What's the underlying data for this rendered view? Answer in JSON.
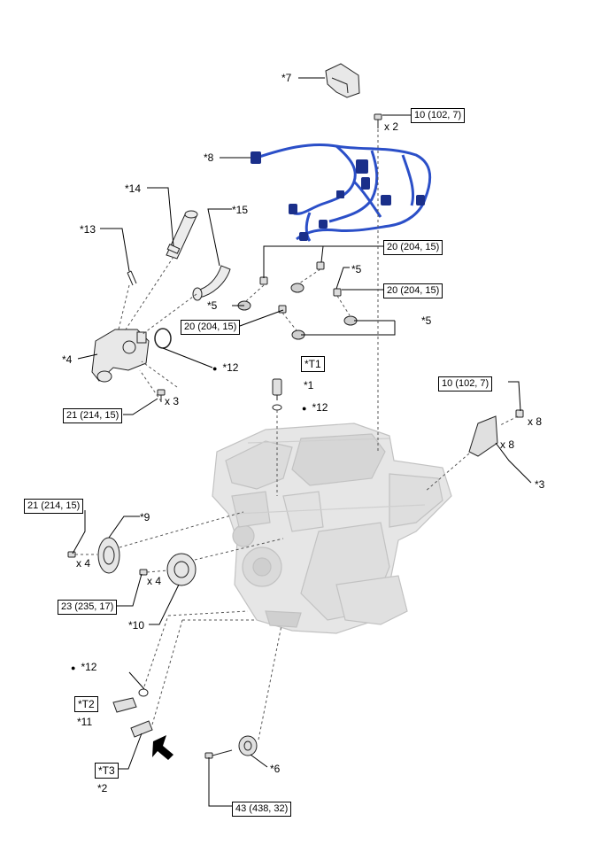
{
  "labels": {
    "p1": "*1",
    "p2": "*2",
    "p3": "*3",
    "p4": "*4",
    "p5a": "*5",
    "p5b": "*5",
    "p5c": "*5",
    "p6": "*6",
    "p7": "*7",
    "p8": "*8",
    "p9": "*9",
    "p10": "*10",
    "p11": "*11",
    "p12a": "*12",
    "p12b": "*12",
    "p12c": "*12",
    "p13": "*13",
    "p14": "*14",
    "p15": "*15",
    "t1": "*T1",
    "t2": "*T2",
    "t3": "*T3"
  },
  "torques": {
    "tq_top": "10 (102, 7)",
    "tq_right": "10 (102, 7)",
    "tq_harness1": "20 (204, 15)",
    "tq_harness2": "20 (204, 15)",
    "tq_harness3": "20 (204, 15)",
    "tq_outlet": "21 (214, 15)",
    "tq_pulley9": "21 (214, 15)",
    "tq_pulley10": "23 (235, 17)",
    "tq_idler": "43 (438, 32)"
  },
  "quantities": {
    "q_top": "x 2",
    "q_outlet": "x 3",
    "q_ign_bolt": "x 8",
    "q_ign": "x 8",
    "q_pulley9": "x 4",
    "q_pulley10": "x 4"
  },
  "symbols": {
    "dot": "●",
    "arrow": "front-arrow"
  },
  "colors": {
    "harness": "#2b4fc8",
    "harness_dark": "#1a2f8a",
    "engine": "#d9d9d9",
    "line": "#000000"
  }
}
